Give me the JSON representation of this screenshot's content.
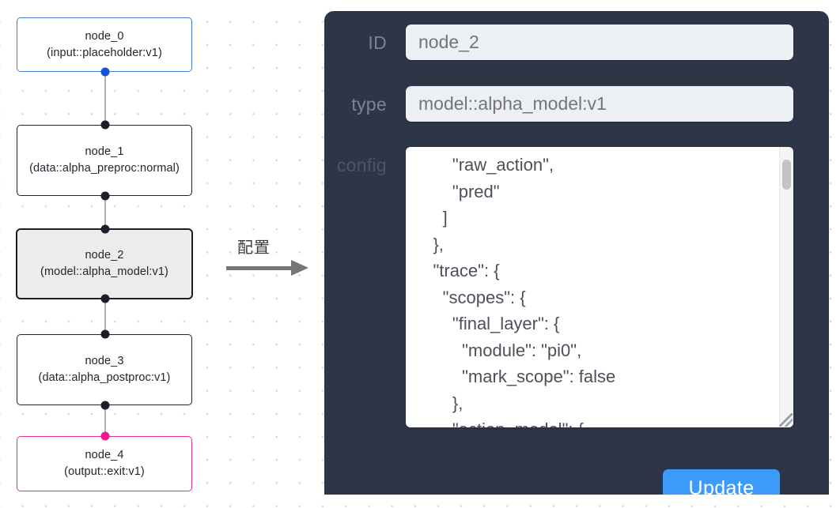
{
  "graph": {
    "caption": "配置",
    "nodes": [
      {
        "id": "node_0",
        "title": "node_0",
        "subtitle": "(input::placeholder:v1)",
        "kind": "input",
        "selected": false
      },
      {
        "id": "node_1",
        "title": "node_1",
        "subtitle": "(data::alpha_preproc:normal)",
        "kind": "default",
        "selected": false
      },
      {
        "id": "node_2",
        "title": "node_2",
        "subtitle": "(model::alpha_model:v1)",
        "kind": "default",
        "selected": true
      },
      {
        "id": "node_3",
        "title": "node_3",
        "subtitle": "(data::alpha_postproc:v1)",
        "kind": "default",
        "selected": false
      },
      {
        "id": "node_4",
        "title": "node_4",
        "subtitle": "(output::exit:v1)",
        "kind": "output",
        "selected": false
      }
    ],
    "colors": {
      "input_border": "#4a7fd0",
      "output_border": "#e0308b",
      "default_border": "#1f2430",
      "selected_fill": "#ececec",
      "handle": "#1b1f29",
      "handle_input": "#1455d8",
      "handle_output": "#f0188c",
      "edge": "#b1b1b7"
    }
  },
  "panel": {
    "background": "#2d3647",
    "fields": {
      "id": {
        "label": "ID",
        "value": "node_2",
        "placeholder": "node_2"
      },
      "type": {
        "label": "type",
        "value": "model::alpha_model:v1",
        "placeholder": "model::alpha_model:v1"
      },
      "config": {
        "label": "config",
        "value": "        \"raw_action\",\n        \"pred\"\n      ]\n    },\n    \"trace\": {\n      \"scopes\": {\n        \"final_layer\": {\n          \"module\": \"pi0\",\n          \"mark_scope\": false\n        },\n        \"action_model\": {"
      }
    },
    "update_button": {
      "label": "Update",
      "color": "#3d9cfb"
    }
  }
}
